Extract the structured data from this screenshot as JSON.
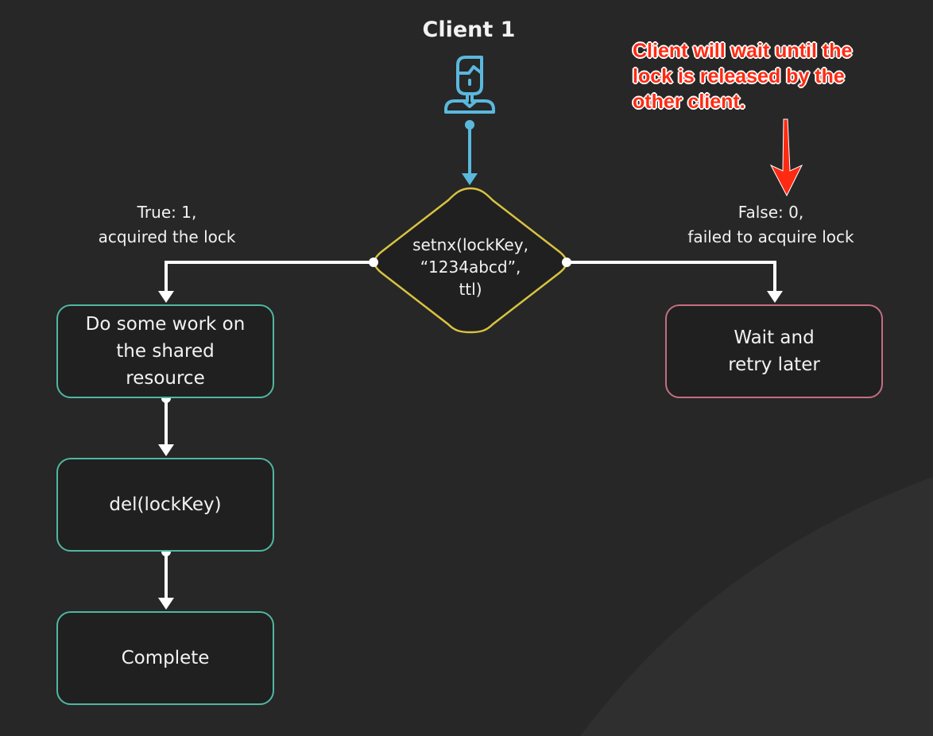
{
  "client": {
    "title": "Client 1"
  },
  "decision": {
    "text": "setnx(lockKey,\n“1234abcd”,\nttl)"
  },
  "branches": {
    "true_label": "True: 1,\nacquired the lock",
    "false_label": "False: 0,\nfailed to acquire lock"
  },
  "steps": {
    "work": "Do some work on\nthe shared\nresource",
    "delete": "del(lockKey)",
    "complete": "Complete",
    "wait": "Wait and\nretry later"
  },
  "annotation": {
    "text": "Client will wait until the\nlock is released by the\nother client."
  },
  "colors": {
    "background": "#272727",
    "client_connector": "#5bb8dd",
    "decision_border": "#d8c341",
    "step_border": "#4fb7a2",
    "wait_border": "#c46e82",
    "annotation_text": "#ff2a12"
  },
  "icons": {
    "client": "user-icon",
    "annotation_arrow": "red-down-arrow-icon"
  }
}
